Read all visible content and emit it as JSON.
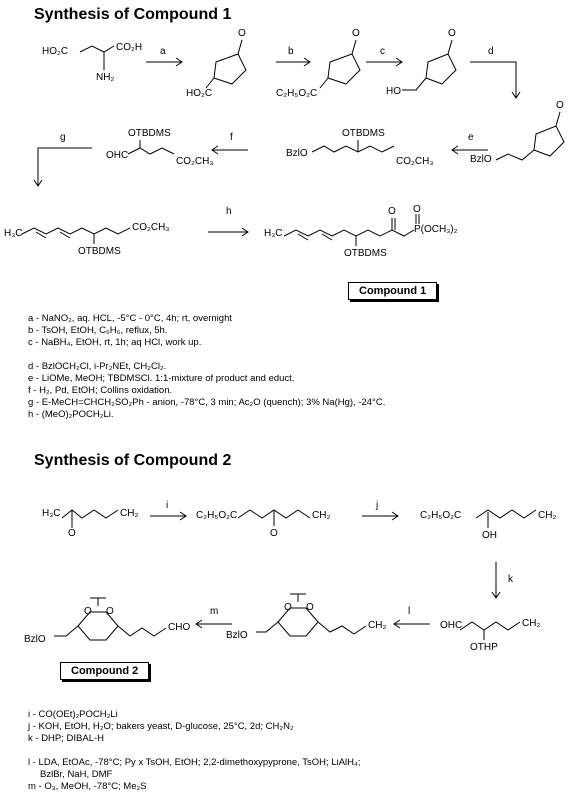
{
  "section1": {
    "title": "Synthesis of Compound 1",
    "step_letters": [
      "a",
      "b",
      "c",
      "d",
      "e",
      "f",
      "g",
      "h"
    ],
    "structures": {
      "glutamic_top": "HO₂C",
      "glutamic_acid": "CO₂H",
      "glutamic_amine": "NH₂",
      "lactone_acid": "HO₂C",
      "lactone_ester": "C₂H₅O₂C",
      "lactone_alcohol": "HO",
      "lactone_benzyl": "BzlO",
      "lactone_o": "O",
      "ester_benzyl": "BzlO",
      "ester_otbdms": "OTBDMS",
      "ester_co2me": "CO₂CH₃",
      "aldehyde_ohc": "OHC",
      "aldehyde_otbdms": "OTBDMS",
      "aldehyde_co2me": "CO₂CH₃",
      "diene_h3c": "H₃C",
      "diene_co2me": "CO₂CH₃",
      "diene_otbdms": "OTBDMS",
      "phos_h3c": "H₃C",
      "phos_o": "O",
      "phos_p": "P(OCH₃)₂",
      "phos_otbdms": "OTBDMS"
    },
    "compound_label": "Compound 1",
    "conditions": [
      "a - NaNO₂, aq. HCL, -5°C - 0°C, 4h; rt, overnight",
      "b - TsOH, EtOH, C₆H₆, reflux, 5h.",
      "c - NaBH₄, EtOH, rt, 1h; aq HCl, work up.",
      "d - BzlOCH₂Cl, i-Pr₂NEt, CH₂Cl₂.",
      "e - LiOMe, MeOH; TBDMSCl. 1:1-mixture of product and educt.",
      "f - H₂, Pd, EtOH; Collins oxidation.",
      "g - E-MeCH=CHCH₂SO₂Ph - anion, -78°C, 3 min; Ac₂O (quench); 3% Na(Hg), -24°C.",
      "h - (MeO)₂POCH₂Li."
    ]
  },
  "section2": {
    "title": "Synthesis of Compound 2",
    "step_letters": [
      "i",
      "j",
      "k",
      "l",
      "m"
    ],
    "structures": {
      "ketone_h3c": "H₃C",
      "ketone_ch2": "CH₂",
      "ketone_o": "O",
      "ketoester_ester": "C₂H₅O₂C",
      "ketoester_ch2": "CH₂",
      "ketoester_o": "O",
      "hydroxy_ester": "C₂H₅O₂C",
      "hydroxy_oh": "OH",
      "hydroxy_ch2": "CH₂",
      "thp_ohc": "OHC",
      "thp_othp": "OTHP",
      "thp_ch2": "CH₂",
      "acetal1_bzlo": "BzlO",
      "acetal1_ch2": "CH₂",
      "acetal2_bzlo": "BzlO",
      "acetal2_cho": "CHO",
      "acetal_o": "O"
    },
    "compound_label": "Compound 2",
    "conditions": [
      "i - CO(OEt)₂POCH₂Li",
      "j - KOH, EtOH, H₂O; bakers yeast, D-glucose, 25°C, 2d; CH₂N₂",
      "k - DHP; DIBAL-H",
      "l - LDA, EtOAc, -78°C; Py x TsOH, EtOH; 2,2-dimethoxypyprone, TsOH; LiAlH₄;",
      "BzlBr, NaH, DMF",
      "m - O₃, MeOH, -78°C; Me₂S"
    ]
  }
}
